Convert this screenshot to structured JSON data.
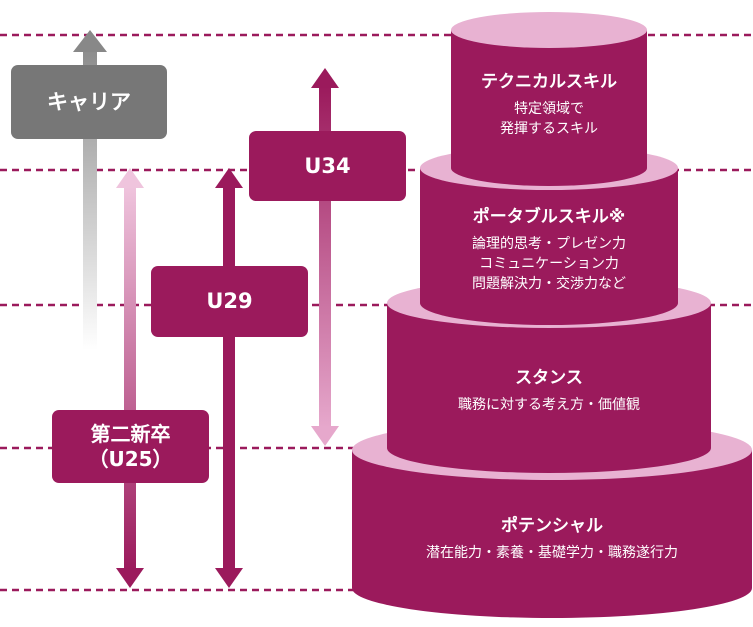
{
  "colors": {
    "primary": "#9b1a5c",
    "cake_top": "#e8b2d2",
    "dashed_line": "#9b1a5c",
    "career_box": "#777777",
    "u34_arrow": "#d38ab7"
  },
  "labels": {
    "career": "キャリア",
    "u34": "U34",
    "u29": "U29",
    "second_grad_line1": "第二新卒",
    "second_grad_line2": "（U25）"
  },
  "tiers": [
    {
      "title": "テクニカルスキル",
      "desc": [
        "特定領域で",
        "発揮するスキル"
      ]
    },
    {
      "title": "ポータブルスキル※",
      "desc": [
        "論理的思考・プレゼン力",
        "コミュニケーション力",
        "問題解決力・交渉力など"
      ]
    },
    {
      "title": "スタンス",
      "desc": [
        "職務に対する考え方・価値観"
      ]
    },
    {
      "title": "ポテンシャル",
      "desc": [
        "潜在能力・素養・基礎学力・職務遂行力"
      ]
    }
  ]
}
